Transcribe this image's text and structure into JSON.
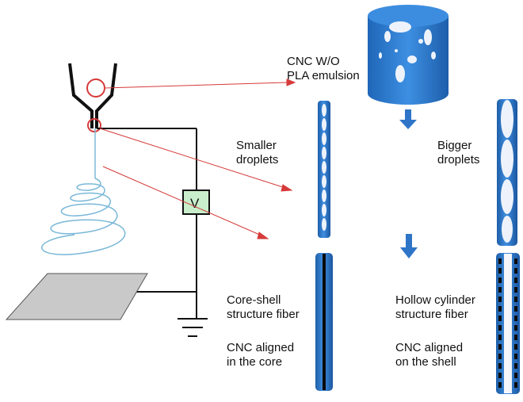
{
  "labels": {
    "emulsion_line1": "CNC W/O",
    "emulsion_line2": "PLA emulsion",
    "smaller_line1": "Smaller",
    "smaller_line2": "droplets",
    "bigger_line1": "Bigger",
    "bigger_line2": "droplets",
    "voltage": "V",
    "coreshell_line1": "Core-shell",
    "coreshell_line2": "structure fiber",
    "coreshell_note_line1": "CNC aligned",
    "coreshell_note_line2": "in the core",
    "hollow_line1": "Hollow cylinder",
    "hollow_line2": "structure fiber",
    "hollow_note_line1": "CNC  aligned",
    "hollow_note_line2": "on the shell"
  },
  "colors": {
    "fiber_blue": "#2e75c8",
    "fiber_dark": "#1d4f8c",
    "pointer_red": "#d63a3a",
    "jet_cyan": "#7ab8d8",
    "voltmeter_fill": "#c8eecb",
    "collector_gray": "#c9c9c9"
  }
}
